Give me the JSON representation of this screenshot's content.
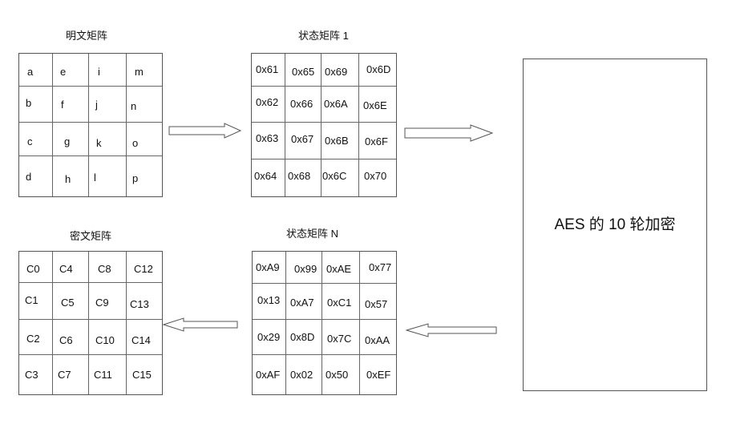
{
  "plaintext": {
    "title": "明文矩阵",
    "cells": [
      [
        "a",
        "e",
        "i",
        "m"
      ],
      [
        "b",
        "f",
        "j",
        "n"
      ],
      [
        "c",
        "g",
        "k",
        "o"
      ],
      [
        "d",
        "h",
        "l",
        "p"
      ]
    ]
  },
  "state1": {
    "title": "状态矩阵 1",
    "cells": [
      [
        "0x61",
        "0x65",
        "0x69",
        "0x6D"
      ],
      [
        "0x62",
        "0x66",
        "0x6A",
        "0x6E"
      ],
      [
        "0x63",
        "0x67",
        "0x6B",
        "0x6F"
      ],
      [
        "0x64",
        "0x68",
        "0x6C",
        "0x70"
      ]
    ]
  },
  "ciphertext": {
    "title": "密文矩阵",
    "cells": [
      [
        "C0",
        "C4",
        "C8",
        "C12"
      ],
      [
        "C1",
        "C5",
        "C9",
        "C13"
      ],
      [
        "C2",
        "C6",
        "C10",
        "C14"
      ],
      [
        "C3",
        "C7",
        "C11",
        "C15"
      ]
    ]
  },
  "stateN": {
    "title": "状态矩阵 N",
    "cells": [
      [
        "0xA9",
        "0x99",
        "0xAE",
        "0x77"
      ],
      [
        "0x13",
        "0xA7",
        "0xC1",
        "0x57"
      ],
      [
        "0x29",
        "0x8D",
        "0x7C",
        "0xAA"
      ],
      [
        "0xAF",
        "0x02",
        "0x50",
        "0xEF"
      ]
    ]
  },
  "aes": {
    "label": "AES 的 10 轮加密"
  }
}
